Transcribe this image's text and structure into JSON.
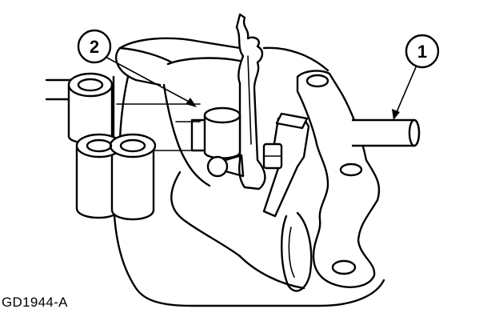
{
  "figure": {
    "id_label": "GD1944-A",
    "callouts": [
      {
        "number": "1"
      },
      {
        "number": "2"
      }
    ]
  }
}
